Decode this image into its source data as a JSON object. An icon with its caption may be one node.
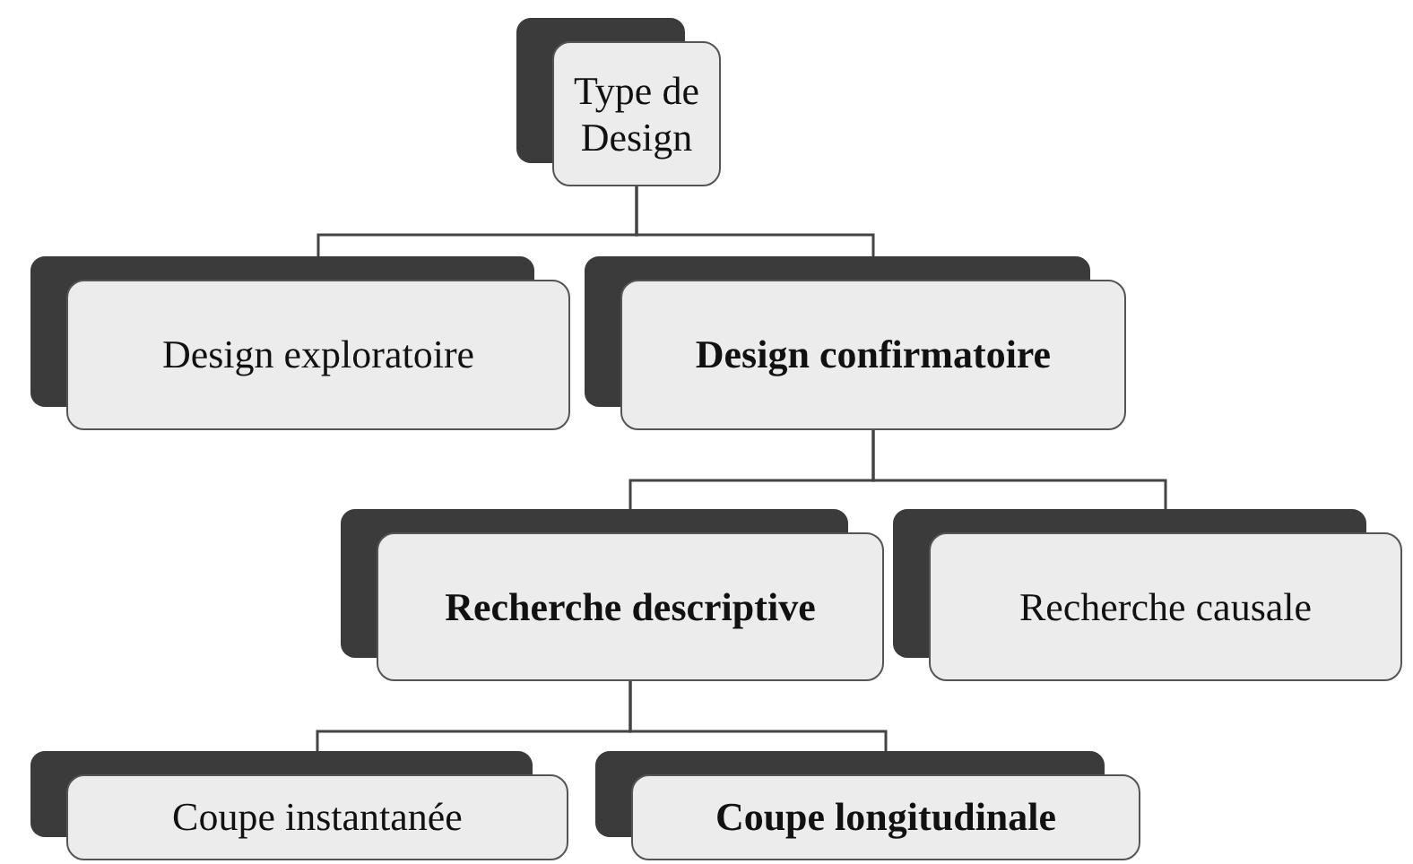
{
  "diagram": {
    "nodes": [
      {
        "text": [
          "Type de Design"
        ]
      },
      {
        "text": [
          "Design exploratoire"
        ]
      },
      {
        "text": [
          "Design confirmatoire"
        ]
      },
      {
        "text": [
          "Recherche descriptive"
        ]
      },
      {
        "text": [
          "Recherche causale"
        ]
      },
      {
        "text": [
          "Coupe instantanée"
        ]
      },
      {
        "text": [
          "Coupe longitudinale"
        ]
      }
    ],
    "edges": [
      {
        "from": 0,
        "to": 1,
        "arrow": "none"
      },
      {
        "from": 0,
        "to": 2,
        "arrow": "none"
      },
      {
        "from": 2,
        "to": 3,
        "arrow": "none"
      },
      {
        "from": 2,
        "to": 4,
        "arrow": "none"
      },
      {
        "from": 3,
        "to": 5,
        "arrow": "none"
      },
      {
        "from": 3,
        "to": 6,
        "arrow": "none"
      }
    ]
  }
}
